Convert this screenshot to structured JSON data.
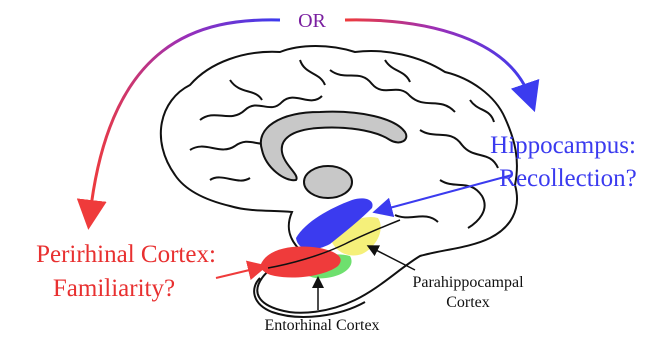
{
  "labels": {
    "or": "OR",
    "hippocampus_title": "Hippocampus:",
    "hippocampus_sub": "Recollection?",
    "perirhinal_title": "Perirhinal Cortex:",
    "perirhinal_sub": "Familiarity?",
    "parahippocampal_1": "Parahippocampal",
    "parahippocampal_2": "Cortex",
    "entorhinal": "Entorhinal Cortex"
  },
  "colors": {
    "or_text": "#7a1fa0",
    "hippocampus": "#3b3bef",
    "hippocampus_label": "#3b3bef",
    "perirhinal": "#ef3b3b",
    "perirhinal_label": "#e83030",
    "parahippocampal": "#f5f07a",
    "entorhinal": "#6ee06e",
    "ventricle": "#c8c8c8",
    "outline": "#111111"
  },
  "icons": {
    "or_arc": "curved-double-arrow",
    "pointer": "straight-arrow"
  }
}
